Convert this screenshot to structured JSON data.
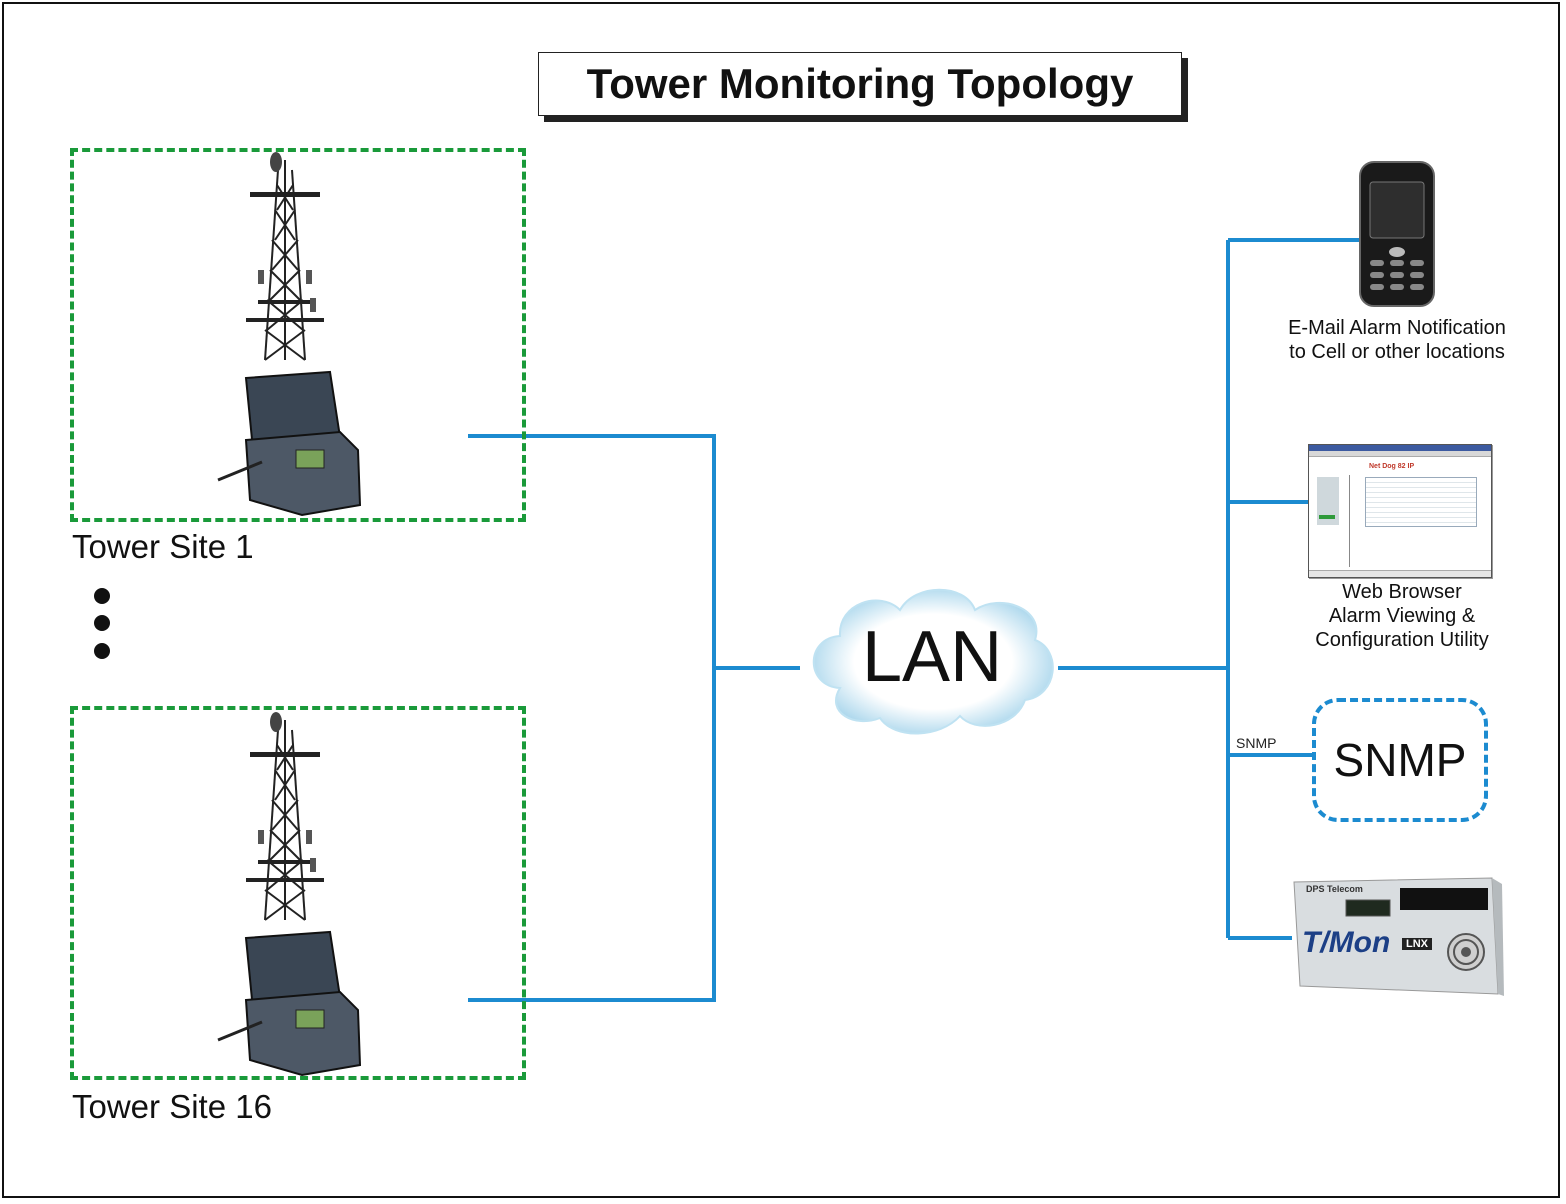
{
  "title": "Tower Monitoring Topology",
  "sites": [
    {
      "label": "Tower Site 1"
    },
    {
      "label": "Tower Site 16"
    }
  ],
  "cloud": {
    "label": "LAN"
  },
  "endpoints": {
    "email": {
      "line1": "E-Mail Alarm Notification",
      "line2": "to Cell or other locations"
    },
    "browser": {
      "line1": "Web Browser",
      "line2": "Alarm Viewing &",
      "line3": "Configuration Utility"
    },
    "snmp": {
      "label": "SNMP",
      "link_label": "SNMP"
    },
    "timon": {
      "brand": "DPS Telecom",
      "logo": "T/Mon",
      "logo_suffix": "LNX"
    }
  },
  "browser_screen": {
    "heading": "Net Dog 82 IP"
  },
  "colors": {
    "link": "#1c8bd0",
    "site_border": "#1a9a3a"
  }
}
